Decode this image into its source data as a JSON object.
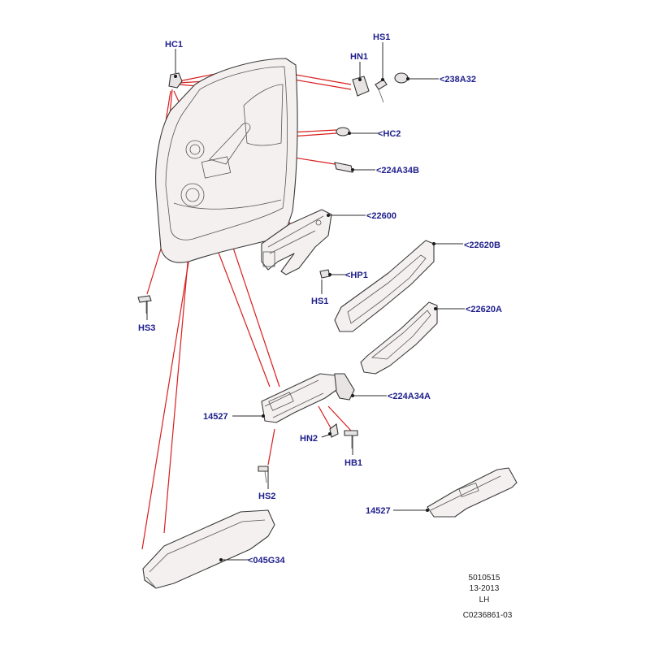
{
  "labels": {
    "hc1": "HC1",
    "hs1_top": "HS1",
    "hn1": "HN1",
    "c238a32": "<238A32",
    "hc2": "<HC2",
    "c224a34b": "<224A34B",
    "c22600": "<22600",
    "c22620b": "<22620B",
    "hp1": "<HP1",
    "hs1_mid": "HS1",
    "c22620a": "<22620A",
    "hs3": "HS3",
    "c224a34a": "<224A34A",
    "p14527_left": "14527",
    "hn2": "HN2",
    "hb1": "HB1",
    "hs2": "HS2",
    "p14527_right": "14527",
    "c045g34": "<045G34"
  },
  "footer": {
    "code": "5010515",
    "date": "13-2013",
    "side": "LH",
    "ref": "C0236861-03"
  }
}
